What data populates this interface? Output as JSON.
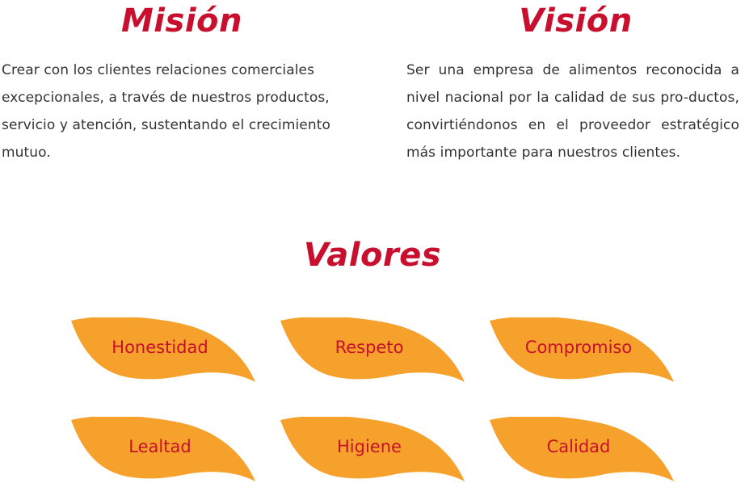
{
  "mision": {
    "title": "Misión",
    "text": "Crear con los clientes relaciones comerciales excepcionales, a través de nuestros productos, servicio y atención, sustentando el crecimiento mutuo."
  },
  "vision": {
    "title": "Visión",
    "text": "Ser una empresa de alimentos reconocida a nivel nacional  por la calidad de sus pro-ductos, convirtiéndonos en el proveedor estratégico más importante para nuestros clientes."
  },
  "valores": {
    "title": "Valores",
    "items": [
      "Honestidad",
      "Respeto",
      "Compromiso",
      "Lealtad",
      "Higiene",
      "Calidad"
    ]
  },
  "colors": {
    "heading": "#c8102e",
    "leaf_fill": "#f5a12b",
    "leaf_text": "#c8102e",
    "body_text": "#333333"
  }
}
